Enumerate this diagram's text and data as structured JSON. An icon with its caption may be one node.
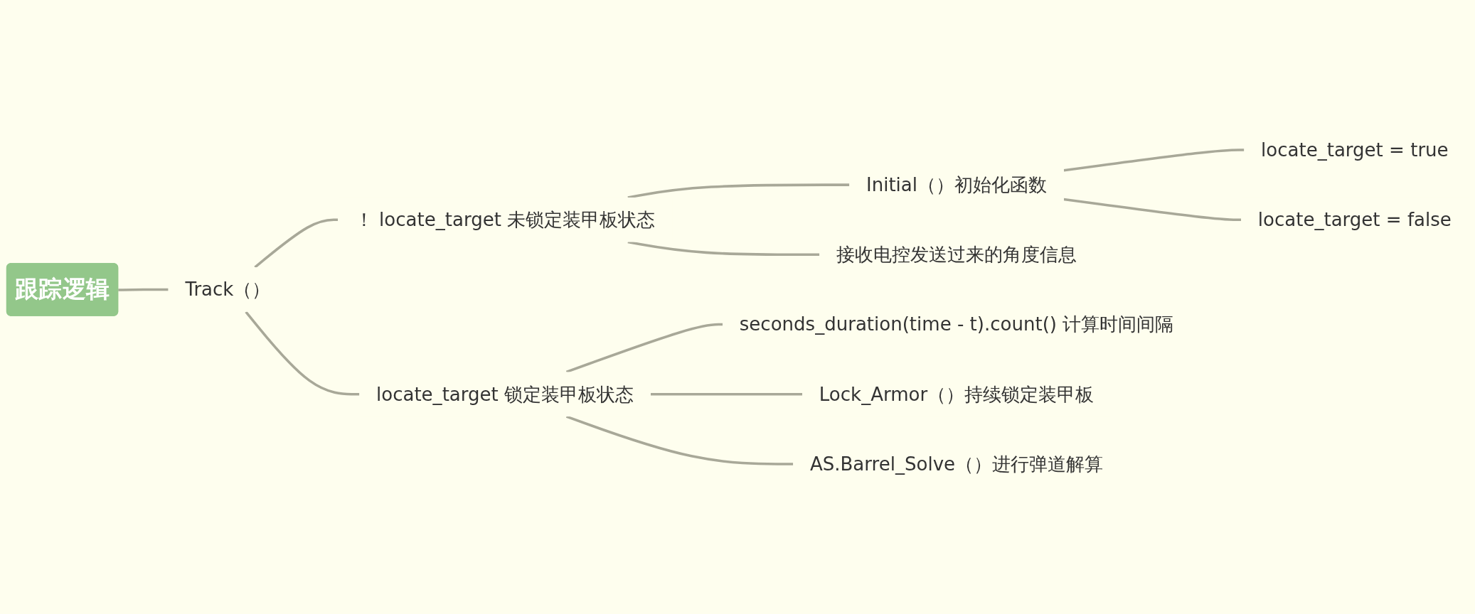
{
  "diagram": {
    "nodes": [
      {
        "text": [
          "跟踪逻辑"
        ]
      },
      {
        "text": [
          "Track（）"
        ]
      },
      {
        "text": [
          "！ locate_target 未锁定装甲板状态"
        ]
      },
      {
        "text": [
          "Initial（）初始化函数"
        ]
      },
      {
        "text": [
          "locate_target = true"
        ]
      },
      {
        "text": [
          "locate_target = false"
        ]
      },
      {
        "text": [
          "接收电控发送过来的角度信息"
        ]
      },
      {
        "text": [
          "locate_target 锁定装甲板状态"
        ]
      },
      {
        "text": [
          "seconds_duration(time - t).count() 计算时间间隔"
        ]
      },
      {
        "text": [
          "Lock_Armor（）持续锁定装甲板"
        ]
      },
      {
        "text": [
          "AS.Barrel_Solve（）进行弹道解算"
        ]
      }
    ],
    "edges": [
      {
        "from": 0,
        "to": 1,
        "arrow": "none"
      },
      {
        "from": 1,
        "to": 2,
        "arrow": "none"
      },
      {
        "from": 1,
        "to": 7,
        "arrow": "none"
      },
      {
        "from": 2,
        "to": 3,
        "arrow": "none"
      },
      {
        "from": 2,
        "to": 6,
        "arrow": "none"
      },
      {
        "from": 3,
        "to": 4,
        "arrow": "none"
      },
      {
        "from": 3,
        "to": 5,
        "arrow": "none"
      },
      {
        "from": 7,
        "to": 8,
        "arrow": "none"
      },
      {
        "from": 7,
        "to": 9,
        "arrow": "none"
      },
      {
        "from": 7,
        "to": 10,
        "arrow": "none"
      }
    ]
  }
}
